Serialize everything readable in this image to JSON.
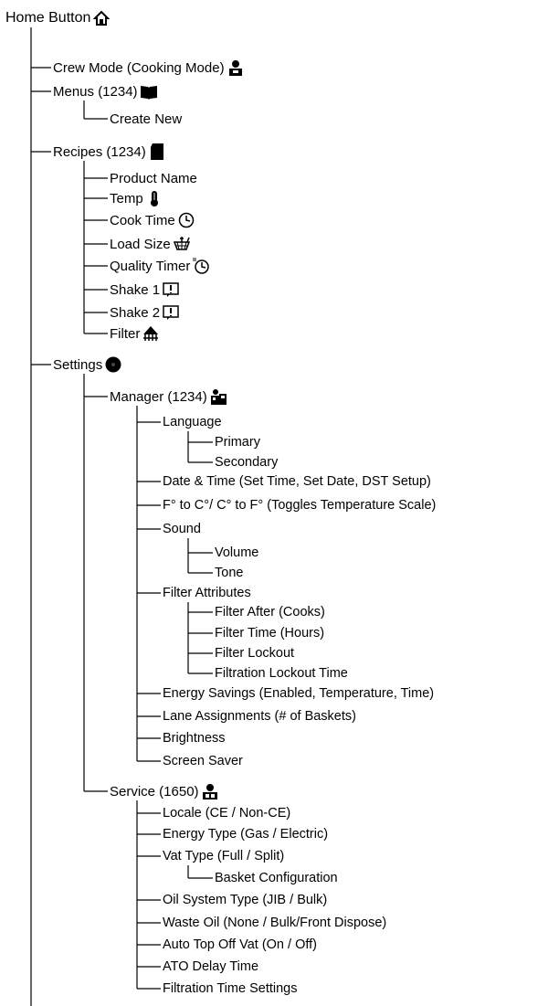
{
  "tree": {
    "label": "Home Button",
    "icon": "home-icon",
    "children": [
      {
        "label": "Crew Mode (Cooking Mode)",
        "icon": "crew-mode-icon"
      },
      {
        "label": "Menus (1234)",
        "icon": "book-icon",
        "children": [
          {
            "label": "Create New"
          }
        ]
      },
      {
        "label": "Recipes (1234)",
        "icon": "recipe-card-icon",
        "children": [
          {
            "label": "Product Name"
          },
          {
            "label": "Temp",
            "icon": "thermometer-icon"
          },
          {
            "label": "Cook Time",
            "icon": "clock-icon"
          },
          {
            "label": "Load Size",
            "icon": "basket-icon"
          },
          {
            "label": "Quality Timer",
            "icon": "quality-timer-icon"
          },
          {
            "label": "Shake 1",
            "icon": "shake-icon"
          },
          {
            "label": "Shake 2",
            "icon": "shake-icon"
          },
          {
            "label": "Filter",
            "icon": "filter-icon"
          }
        ]
      },
      {
        "label": "Settings",
        "icon": "gear-icon",
        "children": [
          {
            "label": "Manager (1234)",
            "icon": "manager-icon",
            "children": [
              {
                "label": "Language",
                "children": [
                  {
                    "label": "Primary"
                  },
                  {
                    "label": "Secondary"
                  }
                ]
              },
              {
                "label": "Date & Time (Set Time, Set Date, DST Setup)"
              },
              {
                "label": "F° to C°/ C° to F° (Toggles Temperature Scale)"
              },
              {
                "label": "Sound",
                "children": [
                  {
                    "label": "Volume"
                  },
                  {
                    "label": "Tone"
                  }
                ]
              },
              {
                "label": "Filter Attributes",
                "children": [
                  {
                    "label": "Filter After (Cooks)"
                  },
                  {
                    "label": "Filter Time (Hours)"
                  },
                  {
                    "label": "Filter Lockout"
                  },
                  {
                    "label": "Filtration Lockout Time"
                  }
                ]
              },
              {
                "label": "Energy Savings (Enabled, Temperature, Time)"
              },
              {
                "label": "Lane Assignments (# of Baskets)"
              },
              {
                "label": "Brightness"
              },
              {
                "label": "Screen Saver"
              }
            ]
          },
          {
            "label": "Service (1650)",
            "icon": "service-icon",
            "children": [
              {
                "label": "Locale (CE / Non-CE)"
              },
              {
                "label": "Energy Type (Gas / Electric)"
              },
              {
                "label": "Vat Type (Full / Split)",
                "children": [
                  {
                    "label": "Basket Configuration"
                  }
                ]
              },
              {
                "label": "Oil System Type (JIB / Bulk)"
              },
              {
                "label": "Waste Oil (None / Bulk/Front Dispose)"
              },
              {
                "label": "Auto Top Off Vat (On / Off)"
              },
              {
                "label": "ATO Delay Time"
              },
              {
                "label": "Filtration Time Settings"
              }
            ]
          }
        ]
      }
    ]
  }
}
